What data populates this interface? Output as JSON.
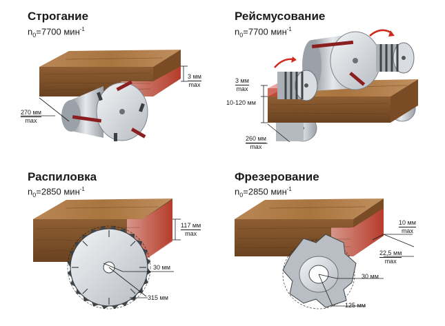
{
  "panels": {
    "planing": {
      "title": "Строгание",
      "speed_prefix": "n",
      "speed_sub": "0",
      "speed_value": "=7700 мин",
      "speed_sup": "-1",
      "dims": {
        "depth_num": "3 мм",
        "depth_den": "max",
        "width_num": "270 мм",
        "width_den": "max"
      }
    },
    "thicknessing": {
      "title": "Рейсмусование",
      "speed_prefix": "n",
      "speed_sub": "0",
      "speed_value": "=7700 мин",
      "speed_sup": "-1",
      "dims": {
        "depth_num": "3 мм",
        "depth_den": "max",
        "height": "10-120 мм",
        "width_num": "260 мм",
        "width_den": "max"
      }
    },
    "sawing": {
      "title": "Распиловка",
      "speed_prefix": "n",
      "speed_sub": "0",
      "speed_value": "=2850 мин",
      "speed_sup": "-1",
      "dims": {
        "depth_num": "117 мм",
        "depth_den": "max",
        "bore": "30 мм",
        "diameter": "315 мм"
      }
    },
    "milling": {
      "title": "Фрезерование",
      "speed_prefix": "n",
      "speed_sub": "0",
      "speed_value": "=2850 мин",
      "speed_sup": "-1",
      "dims": {
        "width_num": "10 мм",
        "width_den": "max",
        "depth_num": "22,5 мм",
        "depth_den": "max",
        "bore": "30 мм",
        "diameter": "125 мм"
      }
    }
  },
  "colors": {
    "wood": "#9c6b3f",
    "wood_dark": "#6e4522",
    "cut": "#c0392b",
    "steel": "#c9cdd2"
  }
}
